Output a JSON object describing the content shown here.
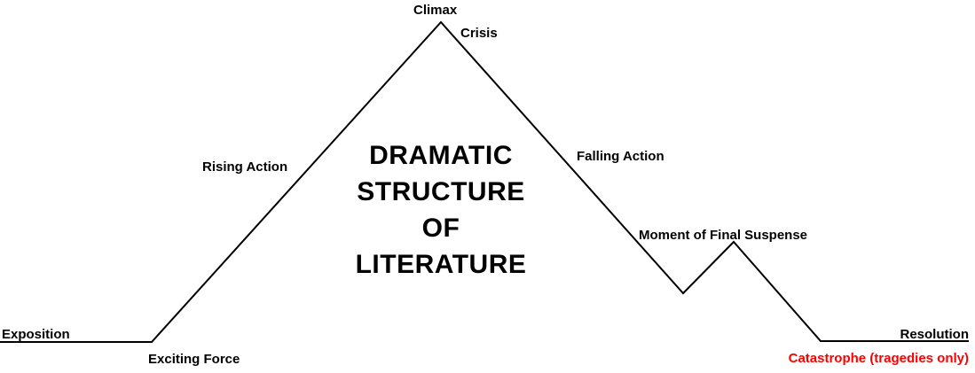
{
  "diagram": {
    "title": "DRAMATIC\nSTRUCTURE\nOF\nLITERATURE",
    "line_points": "0,386 171,386 497,25 770,331 827,273 925,385 1092,385",
    "colors": {
      "line": "#000000",
      "text": "#000000",
      "catastrophe_text": "#ff0000",
      "background": "#ffffff"
    },
    "labels": {
      "exposition": "Exposition",
      "exciting_force": "Exciting Force",
      "rising_action": "Rising Action",
      "climax": "Climax",
      "crisis": "Crisis",
      "falling_action": "Falling Action",
      "moment_of_final_suspense": "Moment of Final Suspense",
      "resolution": "Resolution",
      "catastrophe": "Catastrophe (tragedies only)"
    }
  }
}
